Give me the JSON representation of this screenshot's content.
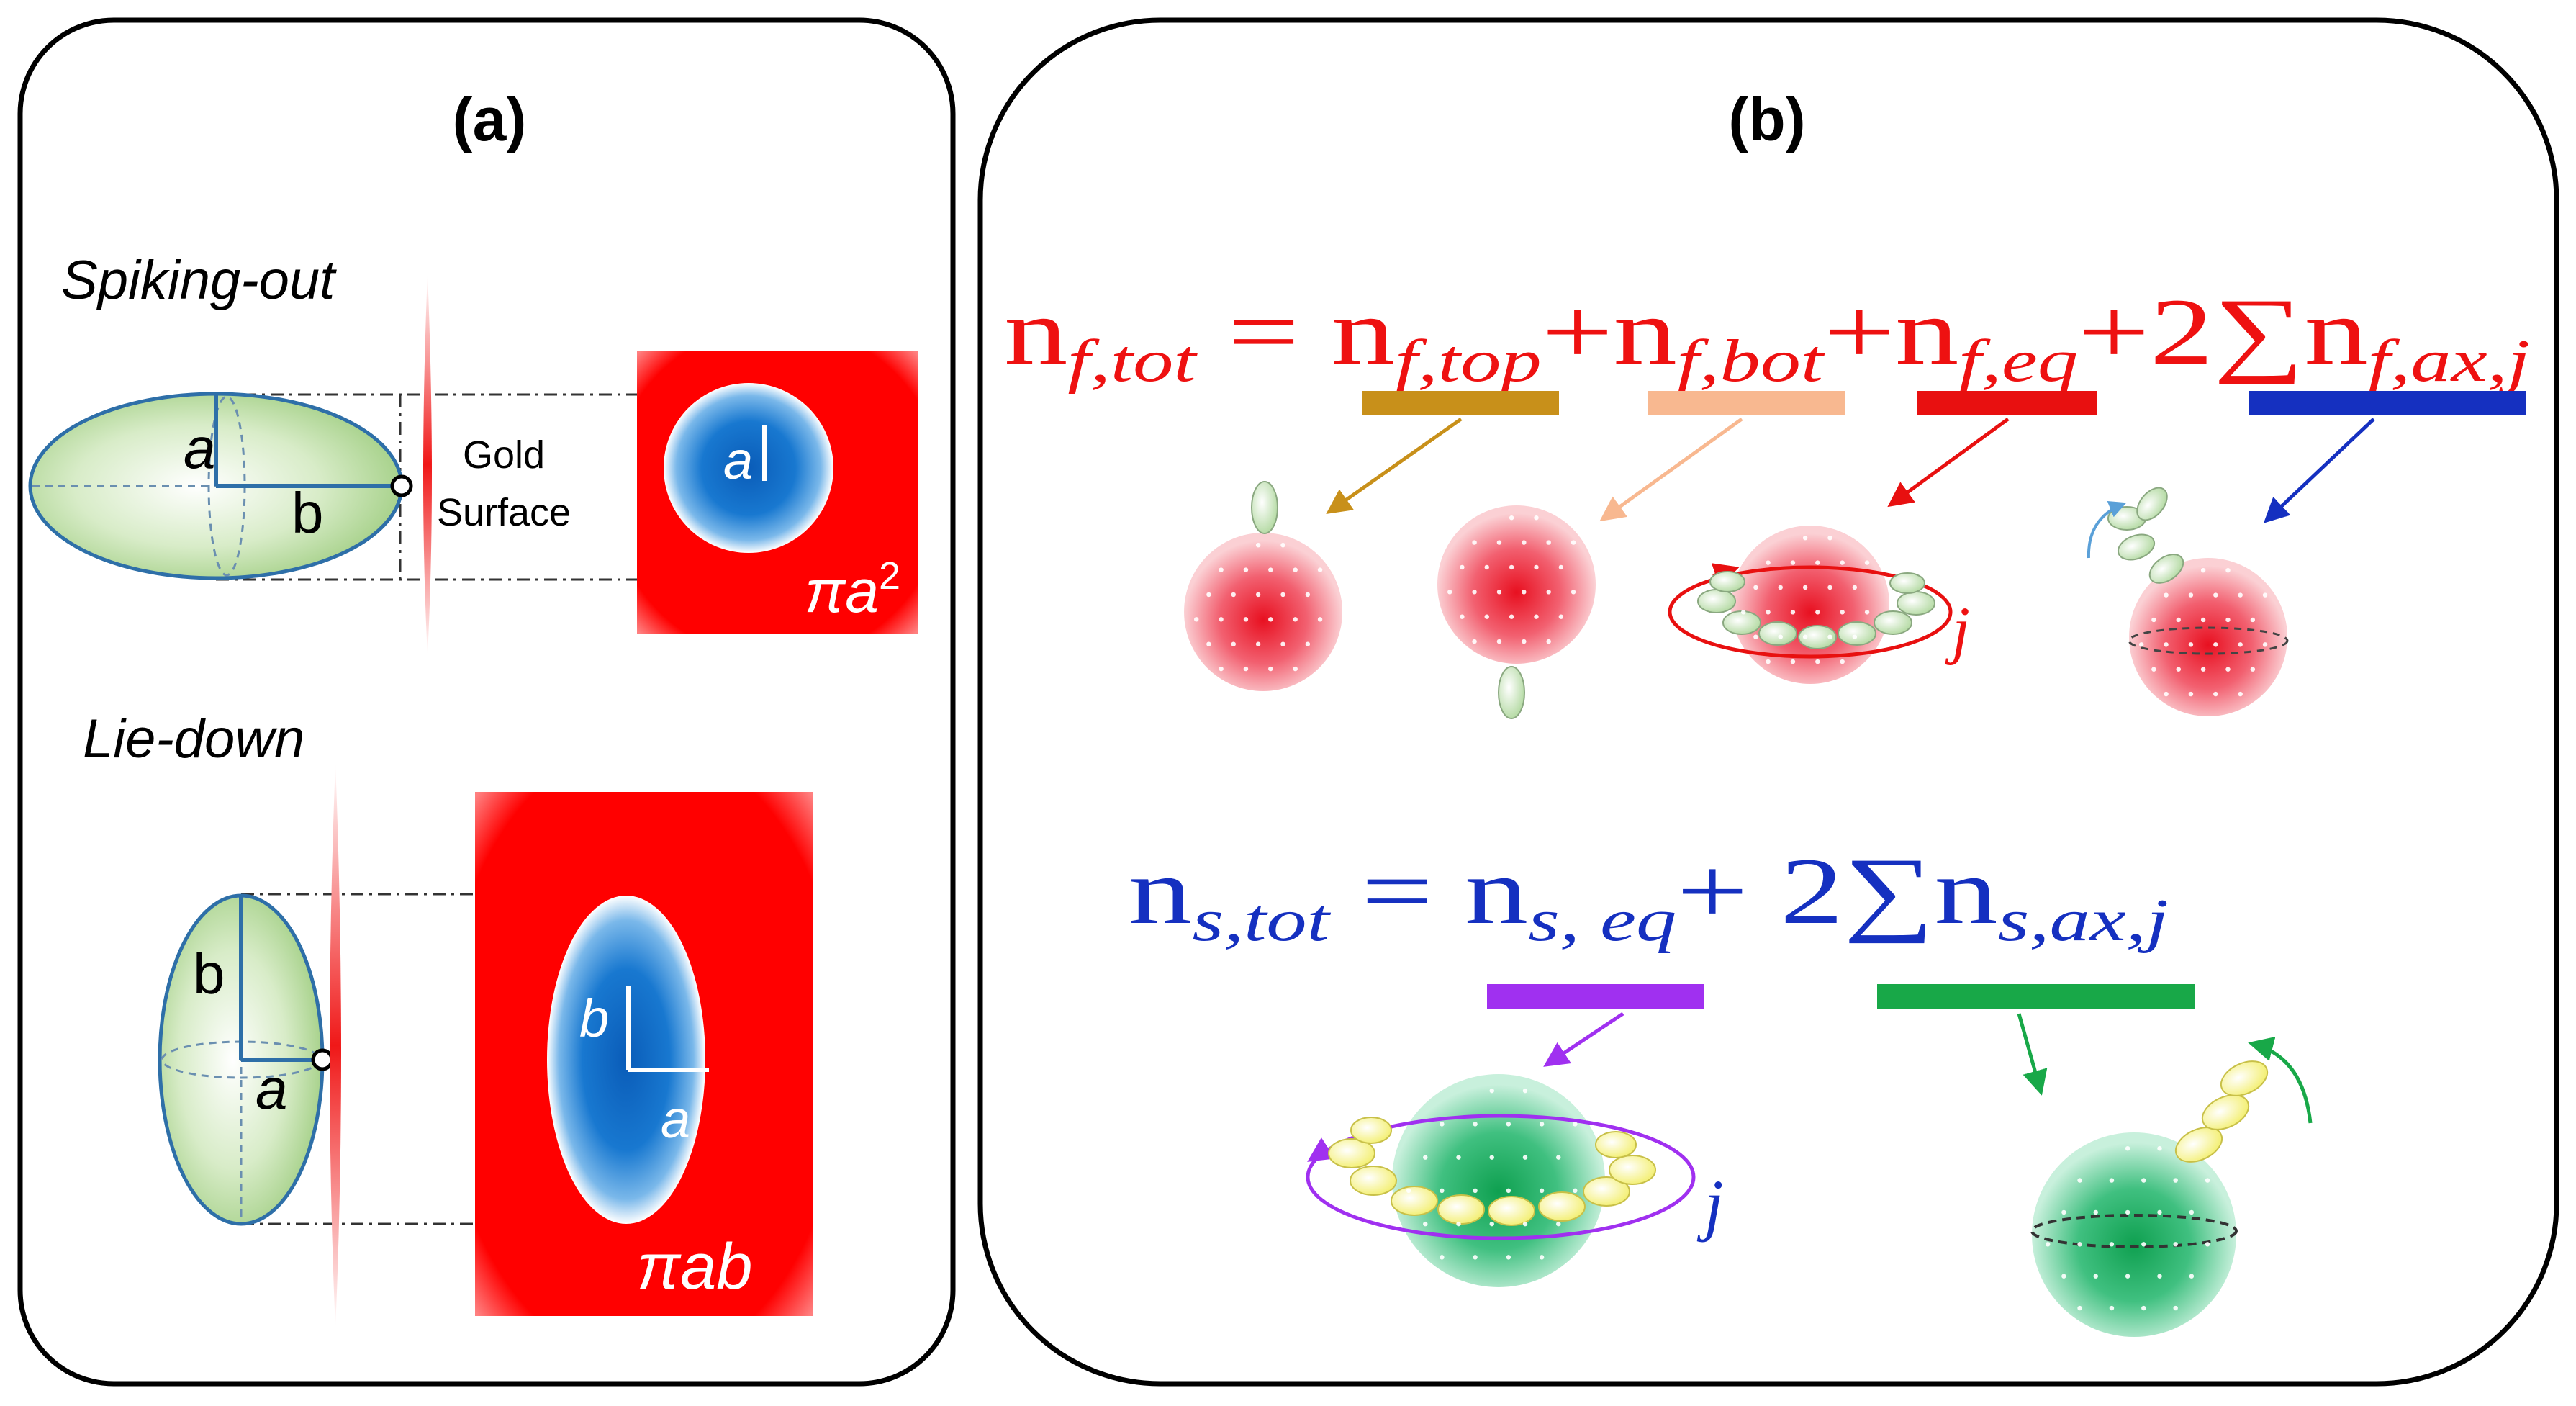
{
  "panel_a": {
    "label": "(a)",
    "spiking_out": {
      "title": "Spiking-out",
      "axis_a": "a",
      "axis_b": "b",
      "gold_surface_line1": "Gold",
      "gold_surface_line2": "Surface",
      "projection_label": "a",
      "area_label": "πa",
      "area_exp": "2"
    },
    "lie_down": {
      "title": "Lie-down",
      "axis_a": "a",
      "axis_b": "b",
      "projection_b": "b",
      "projection_a": "a",
      "area_label": "πab"
    }
  },
  "panel_b": {
    "label": "(b)",
    "eq_f": {
      "lhs_n": "n",
      "lhs_sub": "f,tot",
      "eq": "=",
      "t1_n": "n",
      "t1_sub": "f,top",
      "plus1": "+",
      "t2_n": "n",
      "t2_sub": "f,bot",
      "plus2": "+",
      "t3_n": "n",
      "t3_sub": "f,eq",
      "plus3": "+2∑",
      "t4_n": "n",
      "t4_sub": "f,ax,j",
      "j_label": "j"
    },
    "eq_s": {
      "lhs_n": "n",
      "lhs_sub": "s,tot",
      "eq": "=",
      "t1_n": "n",
      "t1_sub": "s, eq",
      "plus1": "+ 2∑",
      "t2_n": "n",
      "t2_sub": "s,ax,j",
      "j_label": "j"
    },
    "colors": {
      "f_eq_text": "#ee1111",
      "s_eq_text": "#1530c0",
      "bar_top": "#c8901a",
      "bar_bot": "#f8b890",
      "bar_eq": "#e81010",
      "bar_ax": "#1530c0",
      "bar_s_eq": "#a030f0",
      "bar_s_ax": "#18a848"
    }
  }
}
